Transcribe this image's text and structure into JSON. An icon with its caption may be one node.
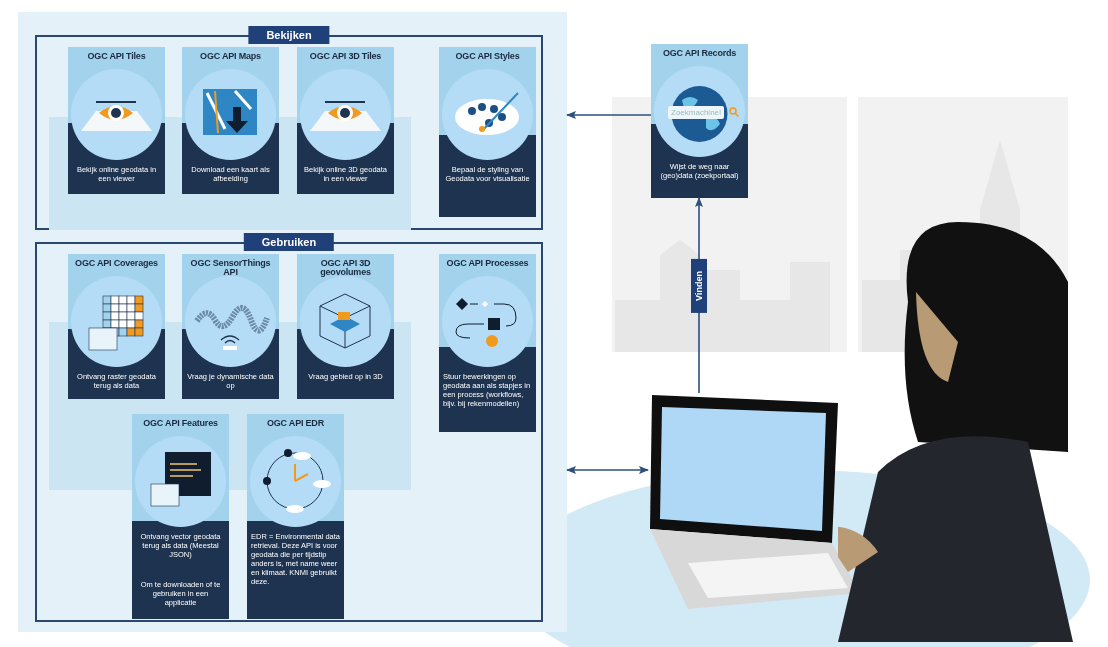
{
  "diagram": {
    "nodes": [
      {
        "text": [],
        "shape": "box"
      },
      {
        "text": [
          "Bekijken"
        ],
        "in": 0
      },
      {
        "text": [
          "OGC API Tiles",
          "Bekijk online geodata in een viewer"
        ],
        "in": 1
      },
      {
        "text": [
          "OGC API Maps",
          "Download een kaart als afbeelding"
        ],
        "in": 1
      },
      {
        "text": [
          "OGC API 3D Tiles",
          "Bekijk online 3D geodata in een viewer"
        ],
        "in": 1
      },
      {
        "text": [
          "OGC API Styles",
          "Bepaal de styling van Geodata voor visualisatie"
        ],
        "in": 1
      },
      {
        "text": [
          "Gebruiken"
        ],
        "in": 0
      },
      {
        "text": [
          "OGC API Coverages",
          "Ontvang raster geodata terug als data"
        ],
        "in": 6
      },
      {
        "text": [
          "OGC SensorThings API",
          "Vraag je dynamische data op"
        ],
        "in": 6
      },
      {
        "text": [
          "OGC API 3D geovolumes",
          "Vraag gebied op in 3D"
        ],
        "in": 6
      },
      {
        "text": [
          "OGC API Processes",
          "Stuur bewerkingen op geodata aan als stapjes in een process (workflows, bijv. bij rekenmodellen)"
        ],
        "in": 6
      },
      {
        "text": [
          "OGC API Features",
          "Ontvang vector geodata terug als data (Meestal JSON)",
          "Om te downloaden of te gebruiken in een applicatie"
        ],
        "in": 6
      },
      {
        "text": [
          "OGC API EDR",
          "EDR = Environmental data retrieval. Deze API is voor geodata die per tijdstip anders is, met name weer en klimaat. KNMI gebruikt deze."
        ],
        "in": 6
      },
      {
        "text": [
          "OGC API Records",
          "Wijst de weg naar (geo)data (zoekportaal)"
        ]
      },
      {
        "text": [],
        "shape": "picture"
      }
    ],
    "edges": [
      {
        "from": 13,
        "to": 0,
        "arrow": "to"
      },
      {
        "from": 14,
        "to": 13,
        "arrow": "to",
        "label": "Vinden"
      },
      {
        "from": 0,
        "to": 14,
        "arrow": "both"
      }
    ],
    "labels": [
      "Zoekmachine!"
    ]
  }
}
